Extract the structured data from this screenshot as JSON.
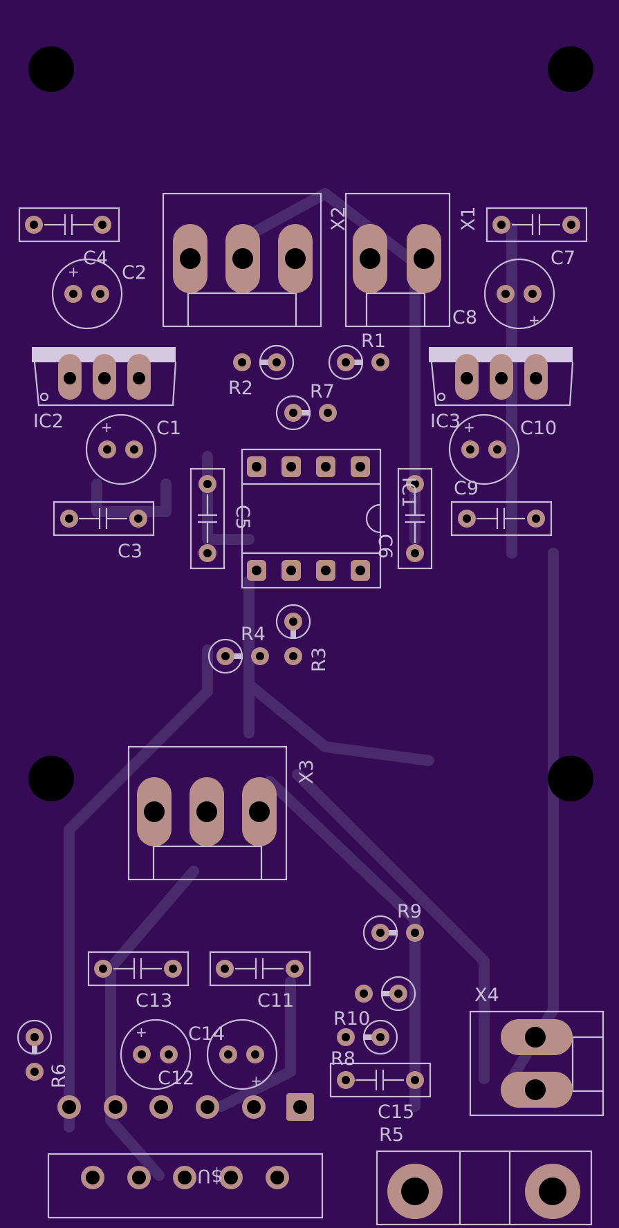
{
  "board": {
    "background": "#350b55",
    "silkscreen_color": "#c9bdd6",
    "pad_color": "#b88f88",
    "trace_color": "#4a2a6c"
  },
  "labels": {
    "X1": "X1",
    "X2": "X2",
    "X3": "X3",
    "X4": "X4",
    "C1": "C1",
    "C2": "C2",
    "C3": "C3",
    "C4": "C4",
    "C5": "C5",
    "C6": "C6",
    "C7": "C7",
    "C8": "C8",
    "C9": "C9",
    "C10": "C10",
    "C11": "C11",
    "C12": "C12",
    "C13": "C13",
    "C14": "C14",
    "C15": "C15",
    "R1": "R1",
    "R2": "R2",
    "R3": "R3",
    "R4": "R4",
    "R5": "R5",
    "R6": "R6",
    "R7": "R7",
    "R8": "R8",
    "R9": "R9",
    "R10": "R10",
    "IC1": "IC1",
    "IC2": "IC2",
    "IC3": "IC3",
    "header": "$U"
  }
}
